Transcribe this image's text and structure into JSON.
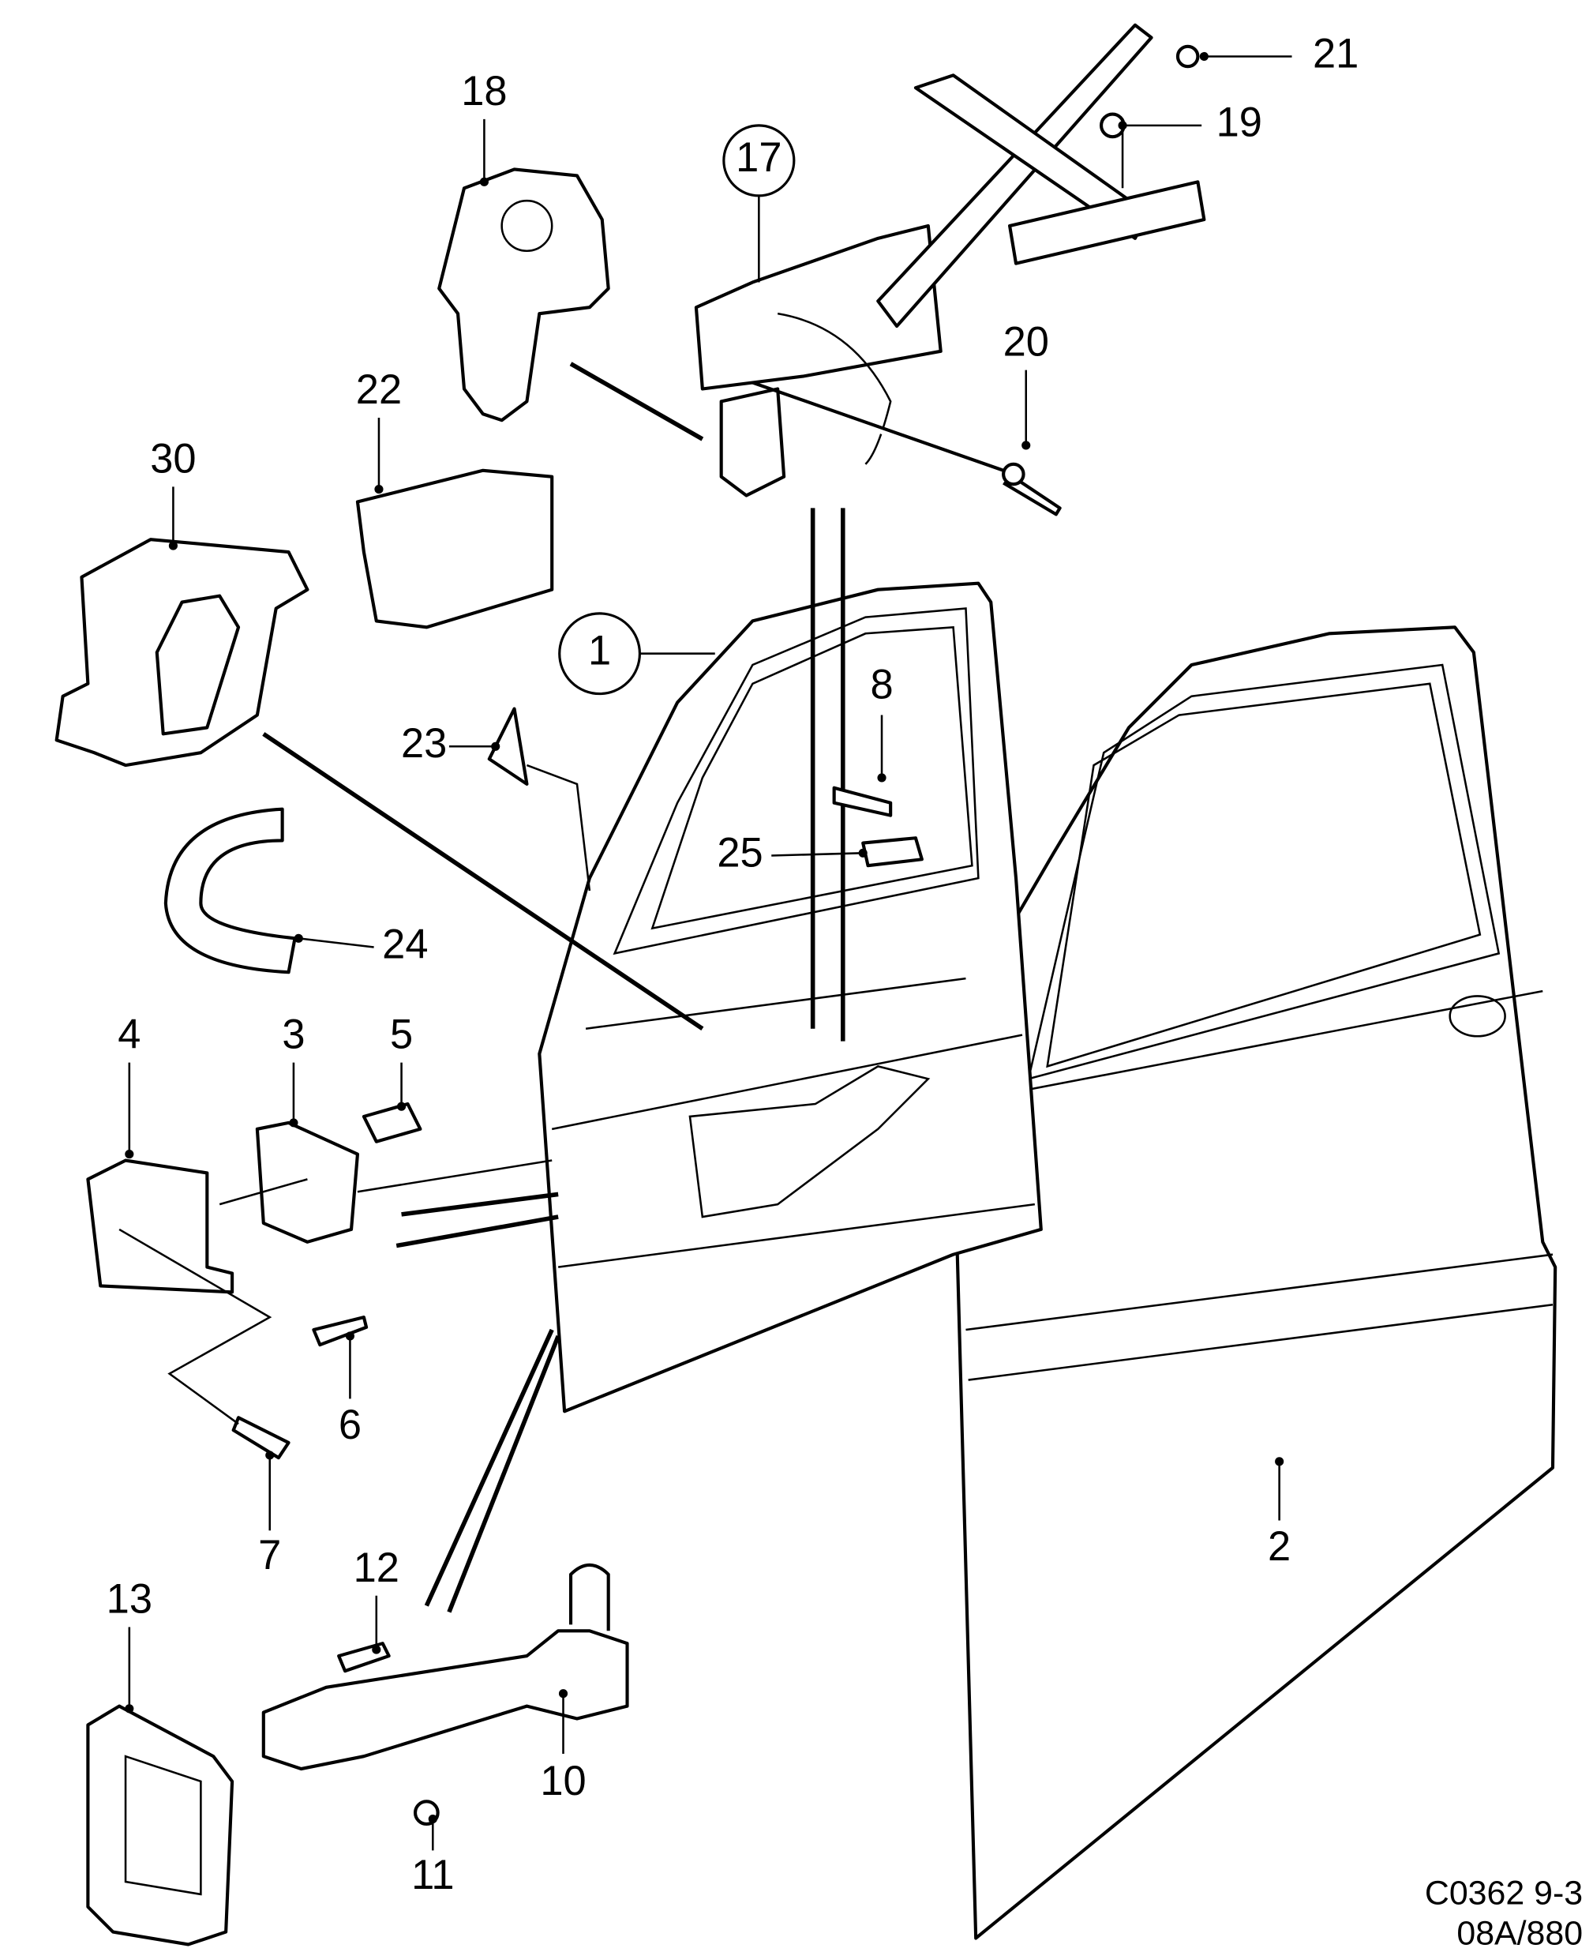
{
  "diagram": {
    "callouts": [
      {
        "id": "c21",
        "label": "21"
      },
      {
        "id": "c19",
        "label": "19"
      },
      {
        "id": "c18",
        "label": "18"
      },
      {
        "id": "c17",
        "label": "17",
        "circled": true
      },
      {
        "id": "c20",
        "label": "20"
      },
      {
        "id": "c22",
        "label": "22"
      },
      {
        "id": "c30",
        "label": "30"
      },
      {
        "id": "c1",
        "label": "1",
        "circled": true
      },
      {
        "id": "c8",
        "label": "8"
      },
      {
        "id": "c23",
        "label": "23"
      },
      {
        "id": "c25",
        "label": "25"
      },
      {
        "id": "c24",
        "label": "24"
      },
      {
        "id": "c4",
        "label": "4"
      },
      {
        "id": "c3",
        "label": "3"
      },
      {
        "id": "c5",
        "label": "5"
      },
      {
        "id": "c6",
        "label": "6"
      },
      {
        "id": "c7",
        "label": "7"
      },
      {
        "id": "c2",
        "label": "2"
      },
      {
        "id": "c12",
        "label": "12"
      },
      {
        "id": "c13",
        "label": "13"
      },
      {
        "id": "c10",
        "label": "10"
      },
      {
        "id": "c11",
        "label": "11"
      }
    ],
    "drawing_code_line1": "C0362 9-3",
    "drawing_code_line2": "08A/880"
  }
}
